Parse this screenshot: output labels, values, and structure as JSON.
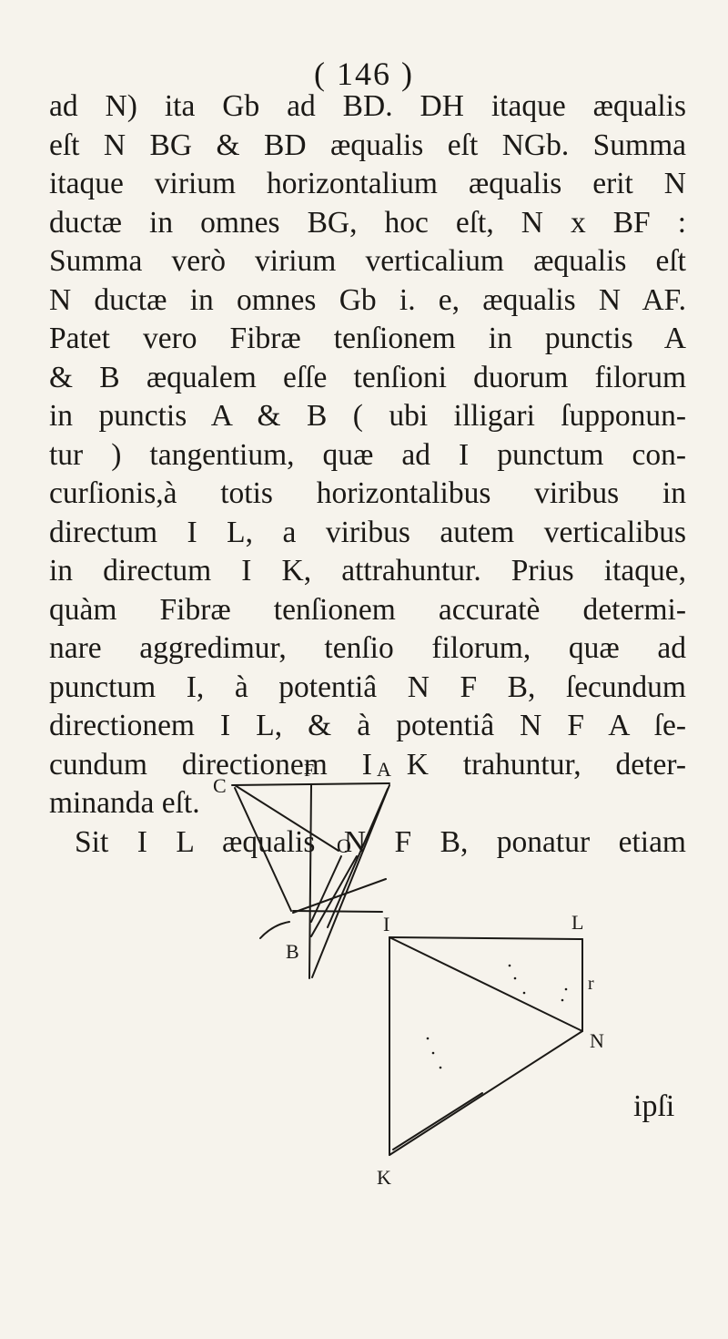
{
  "page_number": "( 146 )",
  "lines": [
    "ad N) ita Gb ad BD. DH itaque æqualis",
    "eſt N BG & BD æqualis eſt NGb. Summa",
    "itaque virium horizontalium æqualis erit N",
    "ductæ in omnes BG, hoc eſt, N x BF :",
    "Summa verò virium verticalium æqualis eſt",
    "N ductæ in omnes Gb i. e, æqualis N AF.",
    "Patet vero Fibræ tenſionem in punctis A",
    "& B æqualem eſſe tenſioni duorum filorum",
    "in punctis A & B ( ubi illigari ſupponun-",
    "tur ) tangentium, quæ ad I punctum con-",
    "curſionis,à totis horizontalibus viribus in",
    "directum I L, a viribus autem verticalibus",
    "in directum I K, attrahuntur. Prius itaque,",
    "quàm Fibræ tenſionem accuratè determi-",
    "nare aggredimur, tenſio filorum, quæ ad",
    "punctum I, à potentiâ N F B, ſecundum",
    "directionem I L, & à potentiâ N F A ſe-",
    "cundum directionem I K trahuntur, deter-",
    "minanda eſt.",
    "Sit I L æqualis N F B, ponatur etiam"
  ],
  "figure": {
    "labels": {
      "C": "C",
      "F": "F",
      "A": "A",
      "O": "O",
      "B": "B",
      "I": "I",
      "L": "L",
      "r": "r",
      "N": "N",
      "K": "K"
    }
  },
  "catchword": "ipſi"
}
